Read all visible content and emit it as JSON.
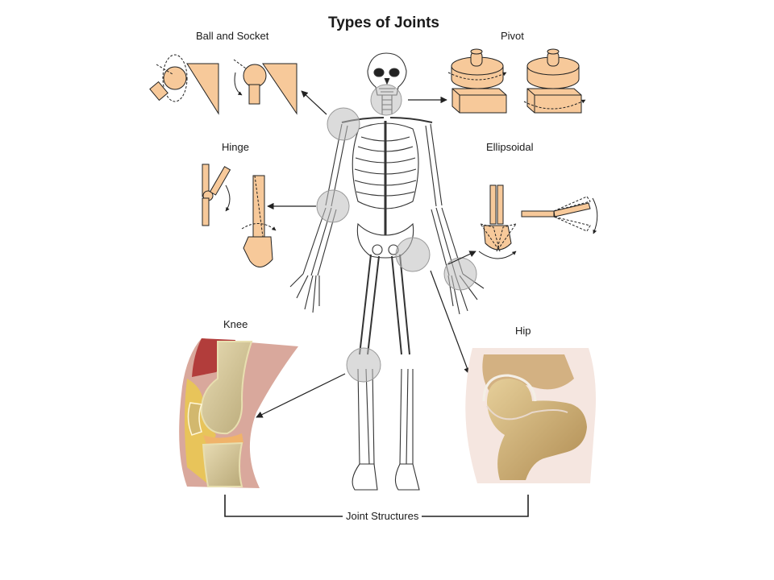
{
  "diagram": {
    "title": "Types of Joints",
    "labels": {
      "ball_and_socket": "Ball and Socket",
      "pivot": "Pivot",
      "hinge": "Hinge",
      "ellipsoidal": "Ellipsoidal",
      "knee": "Knee",
      "hip": "Hip",
      "joint_structures": "Joint Structures"
    },
    "colors": {
      "joint_fill": "#f7c99a",
      "bone": "#d9c9a3",
      "knee_muscle": "#c9887a",
      "marker": "#bdbdbd"
    }
  }
}
